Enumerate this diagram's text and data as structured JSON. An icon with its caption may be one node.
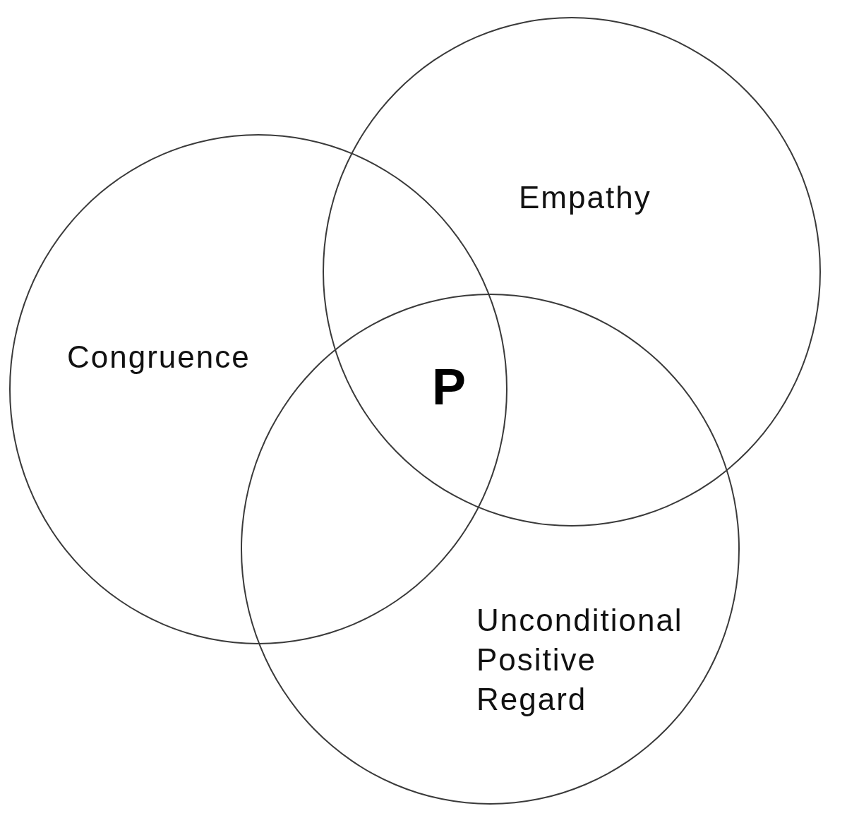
{
  "diagram": {
    "nodes": [
      {
        "text": [
          "Empathy"
        ]
      },
      {
        "text": [
          "Congruence"
        ]
      },
      {
        "text": [
          "Unconditional Positive Regard"
        ]
      }
    ],
    "labels": [
      "P"
    ]
  }
}
